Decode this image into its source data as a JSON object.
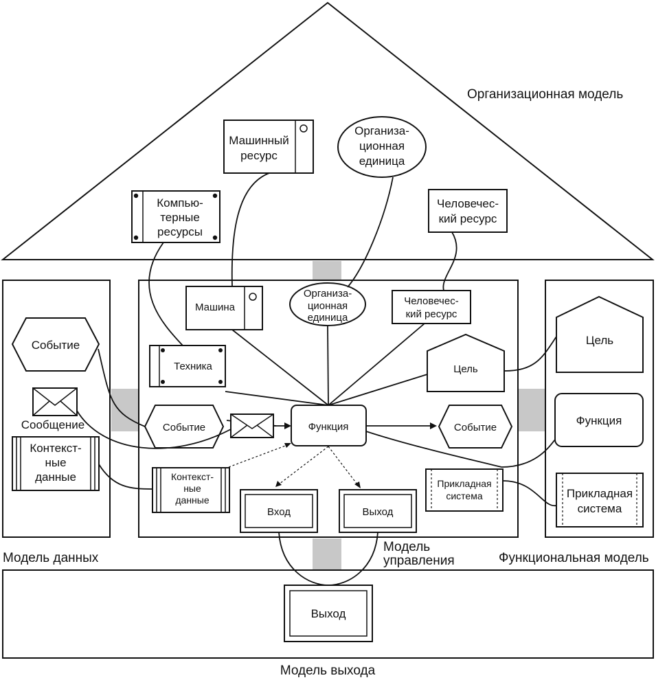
{
  "labels": {
    "org_model": "Организационная модель",
    "data_model": "Модель данных",
    "control_model_1": "Модель",
    "control_model_2": "управления",
    "functional_model": "Функциональная модель",
    "output_model": "Модель выхода"
  },
  "org": {
    "machine_resource": [
      "Машинный",
      "ресурс"
    ],
    "org_unit": [
      "Организа-",
      "ционная",
      "единица"
    ],
    "computer_resources": [
      "Компью-",
      "терные",
      "ресурсы"
    ],
    "human_resource": [
      "Человечес-",
      "кий ресурс"
    ]
  },
  "data": {
    "event": "Событие",
    "message": "Сообщение",
    "context_data": [
      "Контекст-",
      "ные",
      "данные"
    ]
  },
  "control": {
    "machine": "Машина",
    "org_unit": [
      "Организа-",
      "ционная",
      "единица"
    ],
    "human_resource": [
      "Человечес-",
      "кий ресурс"
    ],
    "technique": "Техника",
    "goal": "Цель",
    "event_in": "Событие",
    "function": "Функция",
    "event_out": "Событие",
    "context_data": [
      "Контекст-",
      "ные",
      "данные"
    ],
    "app_system": [
      "Прикладная",
      "система"
    ],
    "input": "Вход",
    "output": "Выход"
  },
  "func": {
    "goal": "Цель",
    "function": "Функция",
    "app_system": [
      "Прикладная",
      "система"
    ]
  },
  "output": {
    "output": "Выход"
  }
}
